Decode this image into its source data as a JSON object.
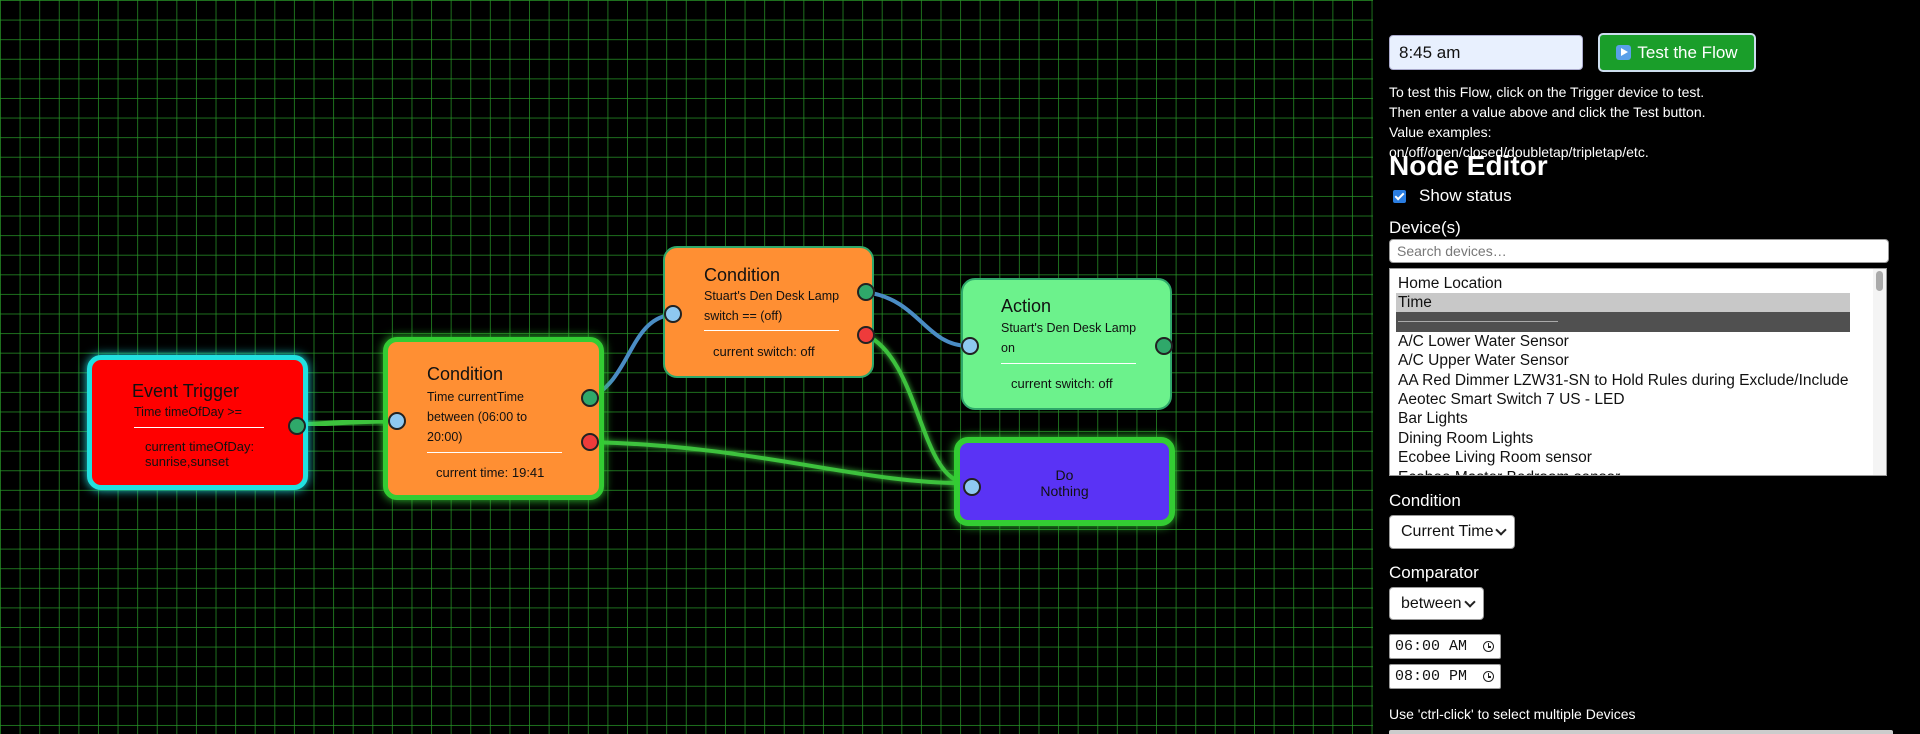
{
  "flow": {
    "trigger": {
      "title": "Event Trigger",
      "line1": "Time timeOfDay >=",
      "status": "current timeOfDay: sunrise,sunset"
    },
    "condition1": {
      "title": "Condition",
      "line1": "Time currentTime",
      "line2": "between (06:00 to",
      "line3": "20:00)",
      "status": "current time: 19:41"
    },
    "condition2": {
      "title": "Condition",
      "line1": "Stuart's Den Desk Lamp",
      "line2": "switch == (off)",
      "status": "current switch: off"
    },
    "action": {
      "title": "Action",
      "line1": "Stuart's Den Desk Lamp",
      "line2": "on",
      "status": "current switch: off"
    },
    "do_nothing": {
      "line1": "Do",
      "line2": "Nothing"
    }
  },
  "panel": {
    "test_value": "8:45 am",
    "test_button_label": "Test the Flow",
    "help_text": "To test this Flow, click on the Trigger device to test. Then enter a value above and click the Test button. Value examples: on/off/open/closed/doubletap/tripletap/etc.",
    "editor_title": "Node Editor",
    "show_status_label": "Show status",
    "show_status_checked": true,
    "devices_label": "Device(s)",
    "device_search_placeholder": "Search devices…",
    "devices": [
      "Home Location",
      "Time",
      "",
      "A/C Lower Water Sensor",
      "A/C Upper Water Sensor",
      "AA Red Dimmer LZW31-SN to Hold Rules during Exclude/Include",
      "Aeotec Smart Switch 7 US - LED",
      "Bar Lights",
      "Dining Room Lights",
      "Ecobee Living Room sensor",
      "Ecobee Master Bedroom sensor"
    ],
    "selected_device": "Time",
    "condition_label": "Condition",
    "condition_value": "Current Time",
    "comparator_label": "Comparator",
    "comparator_value": "between",
    "time_start": "06:00 AM",
    "time_end": "08:00 PM",
    "ctrl_hint": "Use 'ctrl-click' to select multiple Devices"
  },
  "colors": {
    "trigger": "#ff0000",
    "condition": "#ff8f33",
    "action": "#6cf28c",
    "do_nothing": "#5a33f5",
    "wire_true": "#4a8cc4",
    "wire_false": "#3ec23e",
    "highlight_cyan": "#22e0e0",
    "highlight_green": "#33cc33",
    "test_button": "#1a9e2a"
  }
}
